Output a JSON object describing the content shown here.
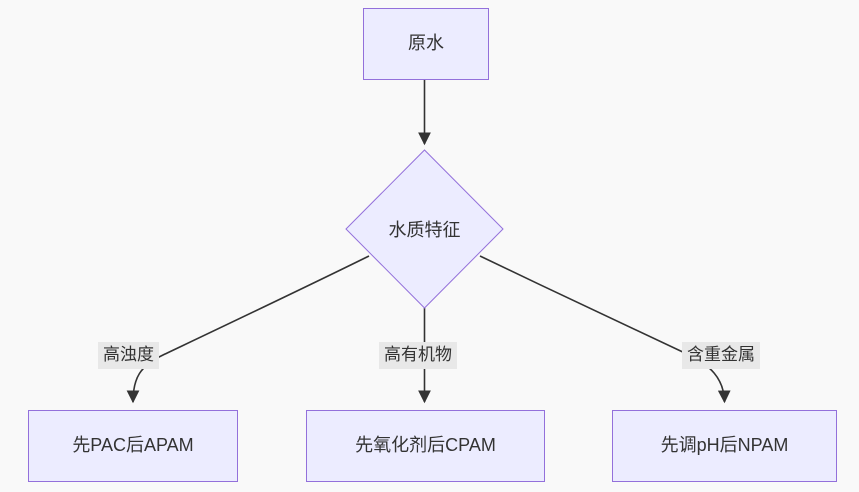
{
  "diagram": {
    "type": "flowchart",
    "colors": {
      "background": "#f9f9f9",
      "node_fill": "#ECECFF",
      "node_border": "#9370DB",
      "edge_line": "#333333",
      "edge_label_bg": "#e8e8e8",
      "text": "#333333"
    },
    "nodes": {
      "source": {
        "label": "原水",
        "shape": "rect"
      },
      "decision": {
        "label": "水质特征",
        "shape": "diamond"
      },
      "outcome_turbidity": {
        "label": "先PAC后APAM",
        "shape": "rect"
      },
      "outcome_organic": {
        "label": "先氧化剂后CPAM",
        "shape": "rect"
      },
      "outcome_metal": {
        "label": "先调pH后NPAM",
        "shape": "rect"
      }
    },
    "edges": {
      "source_to_decision": {
        "label": ""
      },
      "turbidity": {
        "label": "高浊度"
      },
      "organic": {
        "label": "高有机物"
      },
      "metal": {
        "label": "含重金属"
      }
    }
  }
}
